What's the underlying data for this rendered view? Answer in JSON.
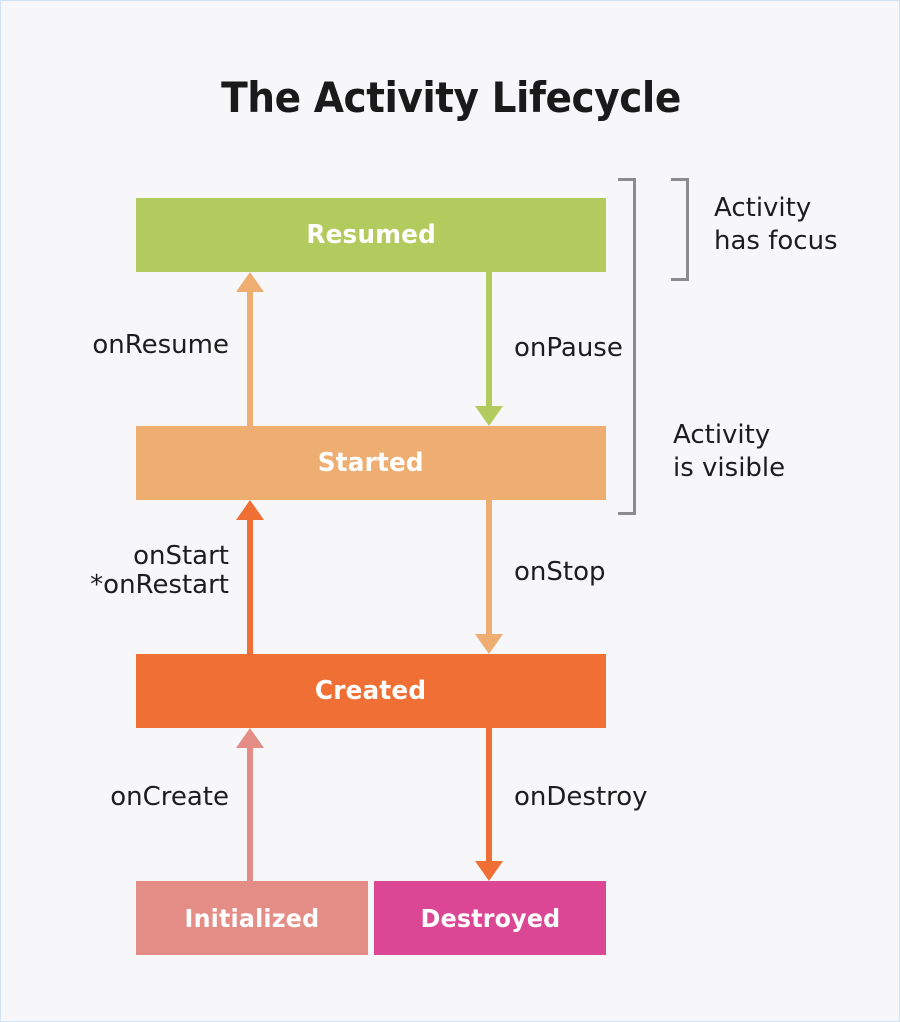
{
  "diagram": {
    "title": "The Activity Lifecycle",
    "background_color": "#f7f6f8",
    "states": [
      {
        "id": "resumed",
        "label": "Resumed",
        "color": "#b3cb5e"
      },
      {
        "id": "started",
        "label": "Started",
        "color": "#eeae72"
      },
      {
        "id": "created",
        "label": "Created",
        "color": "#f06f35"
      },
      {
        "id": "initialized",
        "label": "Initialized",
        "color": "#e38d86"
      },
      {
        "id": "destroyed",
        "label": "Destroyed",
        "color": "#dc4795"
      }
    ],
    "transitions": [
      {
        "id": "onresume",
        "label": "onResume",
        "from": "Started",
        "to": "Resumed",
        "direction": "up",
        "color": "#eeae72"
      },
      {
        "id": "onpause",
        "label": "onPause",
        "from": "Resumed",
        "to": "Started",
        "direction": "down",
        "color": "#b3cb5e"
      },
      {
        "id": "onstart",
        "label": "onStart\n*onRestart",
        "from": "Created",
        "to": "Started",
        "direction": "up",
        "color": "#f06f35"
      },
      {
        "id": "onstop",
        "label": "onStop",
        "from": "Started",
        "to": "Created",
        "direction": "down",
        "color": "#eeae72"
      },
      {
        "id": "oncreate",
        "label": "onCreate",
        "from": "Initialized",
        "to": "Created",
        "direction": "up",
        "color": "#e38d86"
      },
      {
        "id": "ondestroy",
        "label": "onDestroy",
        "from": "Created",
        "to": "Destroyed",
        "direction": "down",
        "color": "#f06f35"
      }
    ],
    "annotations": [
      {
        "id": "has-focus",
        "label": "Activity\nhas focus",
        "covers": [
          "Resumed"
        ],
        "bracket_color": "#8c8c8c"
      },
      {
        "id": "is-visible",
        "label": "Activity\nis visible",
        "covers": [
          "Resumed",
          "Started"
        ],
        "bracket_color": "#8c8c8c"
      }
    ]
  }
}
